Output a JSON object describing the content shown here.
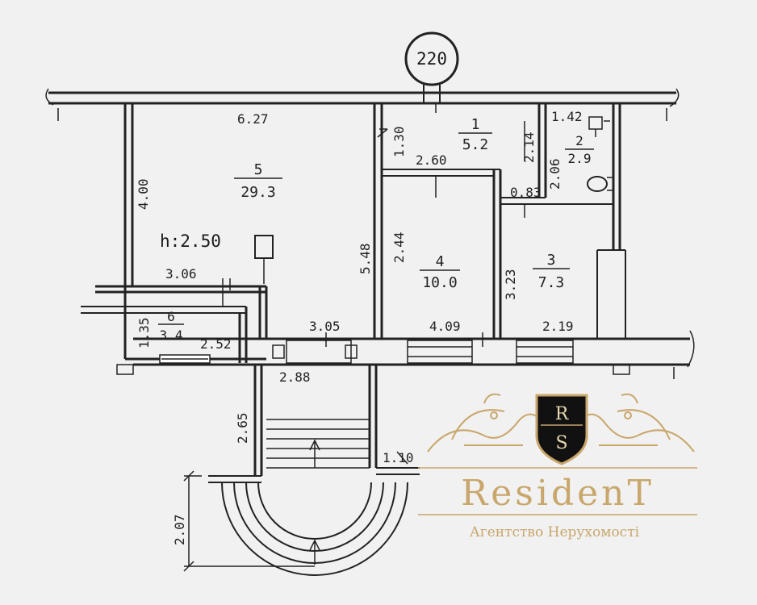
{
  "plan": {
    "building_number": "220",
    "ceiling_height": "h:2.50",
    "rooms": [
      {
        "number": "1",
        "area": "5.2"
      },
      {
        "number": "2",
        "area": "2.9"
      },
      {
        "number": "3",
        "area": "7.3"
      },
      {
        "number": "4",
        "area": "10.0"
      },
      {
        "number": "5",
        "area": "29.3"
      },
      {
        "number": "6",
        "area": "3.4"
      }
    ],
    "dimensions": {
      "d627": "6.27",
      "d400": "4.00",
      "d130": "1.30",
      "d260": "2.60",
      "d214": "2.14",
      "d142": "1.42",
      "d206": "2.06",
      "d083": "0.83",
      "d548": "5.48",
      "d244": "2.44",
      "d323": "3.23",
      "d306": "3.06",
      "d135": "1.35",
      "d252": "2.52",
      "d305": "3.05",
      "d409": "4.09",
      "d219": "2.19",
      "d288": "2.88",
      "d265": "2.65",
      "d110": "1.10",
      "d207": "2.07"
    }
  },
  "watermark": {
    "monogram_top": "R",
    "monogram_bottom": "S",
    "brand": "ResidenT",
    "tagline": "Агентство Нерухомості",
    "color": "#c9a66b"
  }
}
